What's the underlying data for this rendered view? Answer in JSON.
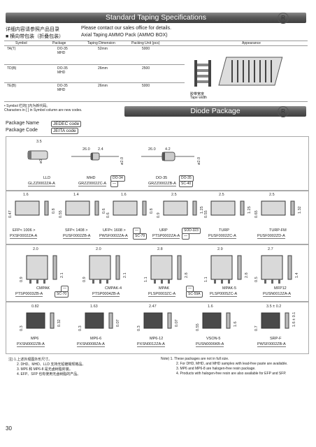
{
  "taping": {
    "banner": "Standard Taping Specifications",
    "r_mark": "R",
    "cn_line1": "详细内容请参照产品目录",
    "en_line1": "Please contact our sales office for details.",
    "cn_line2": "■  横向带包装（折叠包装）",
    "en_line2": "Axial Taping AMMO Pack (AMMO BOX)",
    "headers": [
      "Symbol",
      "Package",
      "Taping Dimension",
      "Packing Unit (pcs)",
      "Appearance"
    ],
    "rows": [
      {
        "symbol": "TA(T)",
        "pkg1": "DO-35",
        "pkg2": "MHD",
        "dim": "52mm",
        "unit": "5000"
      },
      {
        "symbol": "TD(B)",
        "pkg1": "DO-35",
        "pkg2": "MHD",
        "dim": "26mm",
        "unit": "2500"
      },
      {
        "symbol": "TE(B)",
        "pkg1": "DO-35",
        "pkg2": "MHD",
        "dim": "26mm",
        "unit": "5000"
      }
    ],
    "tape_width_cn": "胶带宽度",
    "tape_width_en": "Tape width",
    "note_cn": "• Symbol 栏的[   ]内为新代码。",
    "note_en": "Characters in [   ] in Symbol column are new codes."
  },
  "diode": {
    "banner": "Diode Package",
    "r_mark": "R",
    "legend_name": "Package Name",
    "legend_code": "Package Code",
    "legend_jedec": "JEDEC code",
    "legend_jeita": "JEITA code"
  },
  "row1": {
    "lld_dim_a": "3.5",
    "lld_dim_b": "ø1.35",
    "mhd_dim_a": "26.0",
    "mhd_dim_b": "2.4",
    "mhd_dim_c": "ø2.0",
    "do_dim_a": "26.0",
    "do_dim_b": "4.2",
    "do_dim_c": "ø2.0",
    "labels": [
      {
        "name": "LLD",
        "code": "GLZZ0002ZA-A",
        "jedec": "",
        "jeita": ""
      },
      {
        "name": "MHD",
        "code": "GRZZ0002ZC-A",
        "jedec": "DO-34",
        "jeita": "—"
      },
      {
        "name": "DO-35",
        "code": "GRZZ0002ZB-A",
        "jedec": "DO-35",
        "jeita": "SC-40"
      }
    ]
  },
  "row2": {
    "dims": [
      {
        "w": "1.6",
        "h": "0.8",
        "side": "0.47"
      },
      {
        "w": "1.4",
        "h": "0.6",
        "side": "0.55"
      },
      {
        "w": "1.6",
        "h": "0.8",
        "side": "0.6"
      },
      {
        "w": "2.5",
        "h": "1.25",
        "side": "0.9"
      },
      {
        "w": "2.5",
        "h": "1.25",
        "side": "0.55"
      },
      {
        "w": "2.5",
        "h": "1.32",
        "side": "0.65"
      }
    ],
    "labels": [
      {
        "name": "EFP< 1006 >",
        "code": "PXSF0002ZA-A",
        "jedec": "—",
        "jeita": "—"
      },
      {
        "name": "SFP< 1408 >",
        "code": "PUSF0002ZB-A",
        "jedec": "—",
        "jeita": "—"
      },
      {
        "name": "UFP< 1608 >",
        "code": "PWSF0002ZA-A",
        "jedec": "—",
        "jeita": "SC-79"
      },
      {
        "name": "URP",
        "code": "PTSP0002ZA-A",
        "jedec": "SOD-323",
        "jeita": "—"
      },
      {
        "name": "TURP",
        "code": "PUSF0002ZC-A",
        "jedec": "",
        "jeita": ""
      },
      {
        "name": "TURP-FM",
        "code": "PUSF0002ZD-A",
        "jedec": "",
        "jeita": ""
      }
    ]
  },
  "row3": {
    "dims": [
      {
        "w": "2.0",
        "h": "2.1",
        "side": "0.9"
      },
      {
        "w": "2.0",
        "h": "2.1",
        "side": "0.9"
      },
      {
        "w": "2.8",
        "h": "2.8",
        "side": "1.1"
      },
      {
        "w": "2.9",
        "h": "2.8",
        "side": "1.1"
      },
      {
        "w": "2.7",
        "h": "1.4",
        "side": "0.5"
      }
    ],
    "labels": [
      {
        "name": "CMPAK",
        "code": "PTSP0003ZB-A",
        "jedec": "—",
        "jeita": "SC-70"
      },
      {
        "name": "CMPAK-4",
        "code": "PTSP0004ZB-A",
        "jedec": "",
        "jeita": ""
      },
      {
        "name": "MPAK",
        "code": "PLSP0003ZC-A",
        "jedec": "—",
        "jeita": "SC-59A"
      },
      {
        "name": "MPAK-5",
        "code": "PLSP0005ZC-A",
        "jedec": "",
        "jeita": ""
      },
      {
        "name": "MFP12",
        "code": "PUSN0012ZA-A",
        "jedec": "",
        "jeita": ""
      }
    ]
  },
  "row4": {
    "dims": [
      {
        "w": "0.82",
        "h": "0.32",
        "side": "0.3"
      },
      {
        "w": "1.63",
        "h": "0.07",
        "side": "0.3"
      },
      {
        "w": "2.47",
        "h": "0.07",
        "side": "0.3"
      },
      {
        "w": "1.6",
        "h": "1.6",
        "side": "0.55"
      },
      {
        "w": "3.5 ± 0.2",
        "h": "1.6 ± 0.1",
        "side": "0.7"
      }
    ],
    "labels": [
      {
        "name": "MP6",
        "code": "PXSN0002ZB-A"
      },
      {
        "name": "MP6-6",
        "code": "PXSN0008ZA-A"
      },
      {
        "name": "MP6-12",
        "code": "PXSN0012ZA-A"
      },
      {
        "name": "VSON-5",
        "code": "PUSN0006KB-A"
      },
      {
        "name": "SRP-F",
        "code": "PWSF0002ZB-A"
      }
    ]
  },
  "notes_cn": [
    "注) 1.上述外观图外形尺寸。",
    "2. DHD、MHD、LLD 支持无铅镀锡规格品。",
    "3. MP6 和 MP6-8 是无卤树脂封装。",
    "4. EFP、SFP 也有使用无卤树脂的产品。"
  ],
  "notes_en": [
    "Note) 1. These packages are not in full size.",
    "2. For DHD, MHD, and MHD samples with lead-free paste are available.",
    "3. MP6 and MP6-8 are halogen-free resin package.",
    "4. Products with halogen-free resin are also available for EFP and SFP."
  ],
  "page_number": "30"
}
